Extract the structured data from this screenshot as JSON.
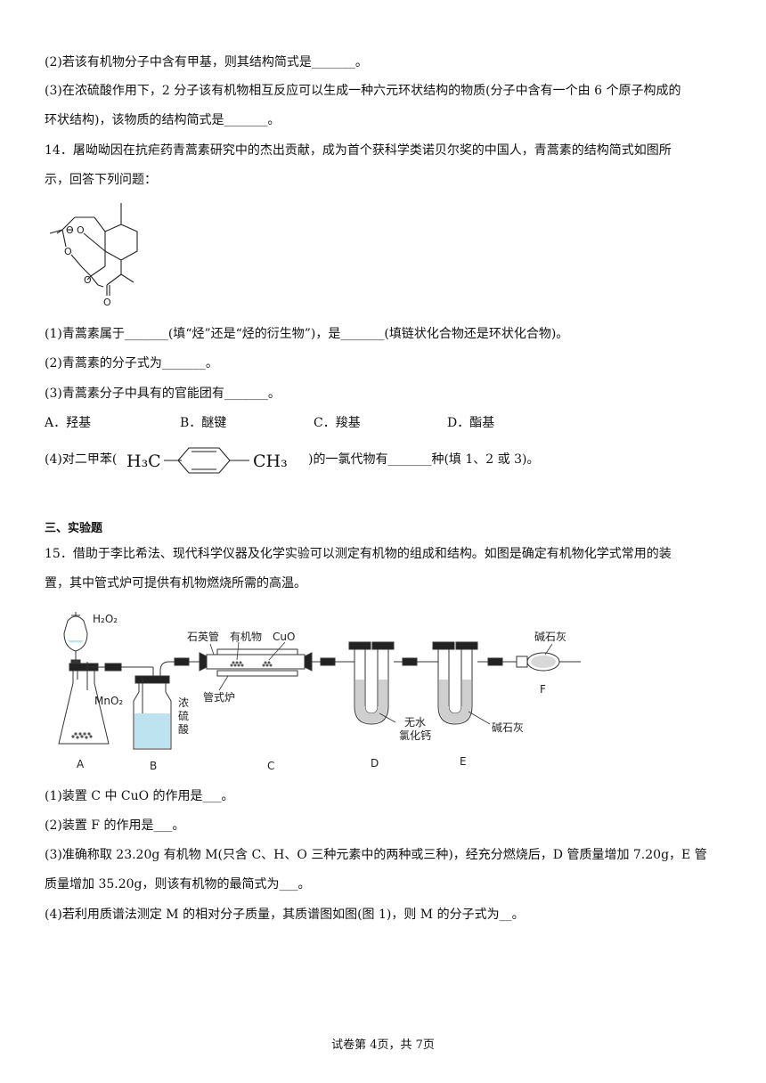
{
  "q13": {
    "p2": "(2)若该有机物分子中含有甲基，则其结构简式是_______。",
    "p3a": "(3)在浓硫酸作用下，2 分子该有机物相互反应可以生成一种六元环状结构的物质(分子中含有一个由 6 个原子构成的",
    "p3b": "环状结构)，该物质的结构简式是_______。"
  },
  "q14": {
    "intro_a": "14．屠呦呦因在抗疟药青蒿素研究中的杰出贡献，成为首个获科学类诺贝尔奖的中国人，青蒿素的结构简式如图所",
    "intro_b": "示，回答下列问题：",
    "atom_o": "O",
    "p1": "(1)青蒿素属于_______(填“烃”还是“烃的衍生物”)，是_______(填链状化合物还是环状化合物)。",
    "p2": "(2)青蒿素的分子式为_______。",
    "p3": "(3)青蒿素分子中具有的官能团有_______。",
    "options": [
      "A．羟基",
      "B．醚键",
      "C．羧基",
      "D．酯基"
    ],
    "p4_before": "(4)对二甲苯(",
    "p4_left": "H₃C",
    "p4_right": "CH₃",
    "p4_after": ")的一氯代物有_______种(填 1、2 或 3)。"
  },
  "section3": {
    "title": "三、实验题"
  },
  "q15": {
    "intro_a": "15．借助于李比希法、现代科学仪器及化学实验可以测定有机物的组成和结构。如图是确定有机物化学式常用的装",
    "intro_b": "置，其中管式炉可提供有机物燃烧所需的高温。",
    "diagram": {
      "h2o2": "H₂O₂",
      "mno2": "MnO₂",
      "acid": [
        "浓",
        "硫",
        "酸"
      ],
      "quartz": "石英管",
      "organic": "有机物",
      "cuo": "CuO",
      "furnace": "管式炉",
      "cacl2": [
        "无水",
        "氯化钙"
      ],
      "soda_lime_u": "碱石灰",
      "soda_lime_f": "碱石灰",
      "labels": [
        "A",
        "B",
        "C",
        "D",
        "E",
        "F"
      ]
    },
    "p1": "(1)装置 C 中 CuO 的作用是___。",
    "p2": "(2)装置 F 的作用是___。",
    "p3a": "(3)准确称取 23.20g 有机物 M(只含 C、H、O 三种元素中的两种或三种)，经充分燃烧后，D 管质量增加 7.20g，E 管",
    "p3b": "质量增加 35.20g，则该有机物的最简式为___。",
    "p4": "(4)若利用质谱法测定 M 的相对分子质量，其质谱图如图(图 1)，则 M 的分子式为__。"
  },
  "footer": "试卷第 4页，共 7页"
}
